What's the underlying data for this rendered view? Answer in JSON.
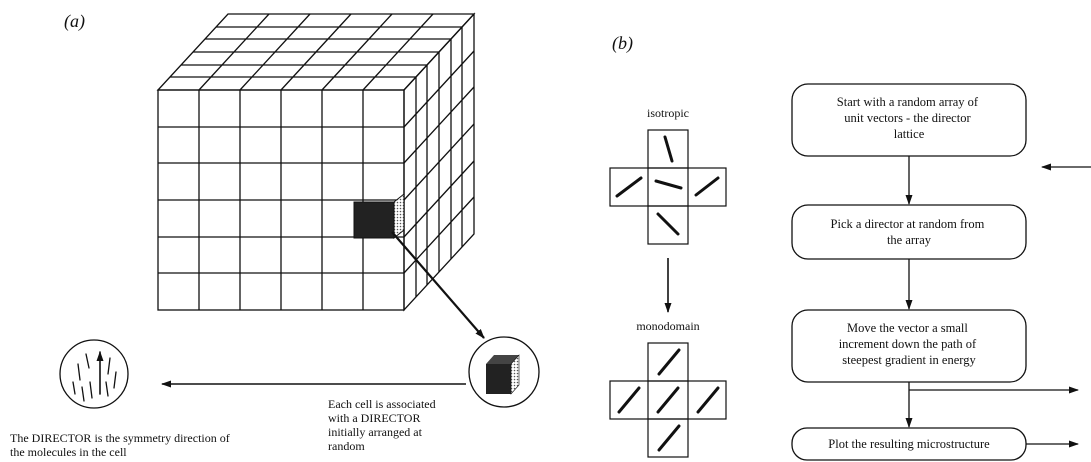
{
  "panel_a": {
    "label": "(a)",
    "cell_caption": [
      "Each cell is associated",
      "with a DIRECTOR",
      "initially arranged at",
      "random"
    ],
    "director_caption": [
      "The DIRECTOR is the symmetry direction of",
      "the molecules in the cell"
    ]
  },
  "panel_b": {
    "label": "(b)",
    "isotropic_label": "isotropic",
    "monodomain_label": "monodomain",
    "steps": [
      [
        "Start with a random array of",
        "unit vectors - the director",
        "lattice"
      ],
      [
        "Pick a director at random from",
        "the array"
      ],
      [
        "Move the vector a small",
        "increment down the path of",
        "steepest gradient in energy"
      ],
      [
        "Plot the resulting microstructure"
      ]
    ]
  },
  "colors": {
    "ink": "#111111",
    "background": "#ffffff",
    "highlight_cell": "#222222"
  }
}
